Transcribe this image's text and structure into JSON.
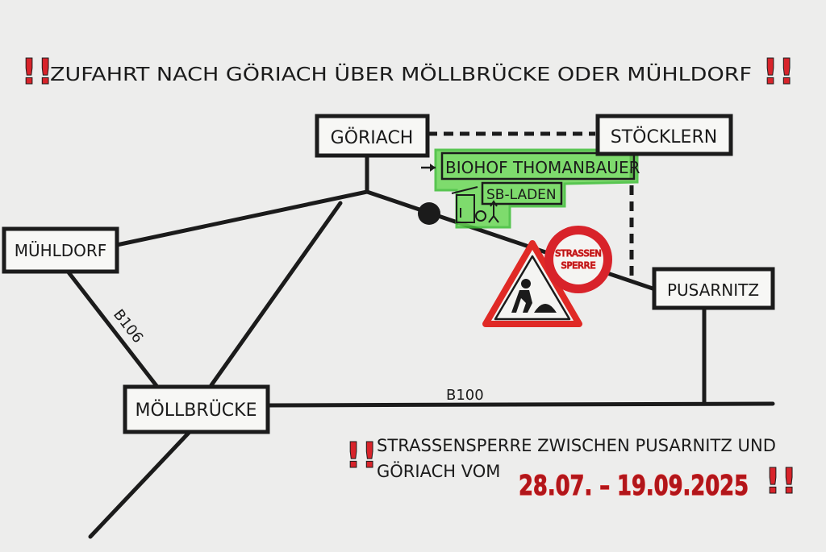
{
  "header": {
    "text": "ZUFAHRT NACH GÖRIACH ÜBER MÖLLBRÜCKE ODER MÜHLDORF",
    "exclamation": "!!"
  },
  "places": {
    "goriach": "GÖRIACH",
    "stocklern": "STÖCKLERN",
    "muhldorf": "MÜHLDORF",
    "mollbrucke": "MÖLLBRÜCKE",
    "pusarnitz": "PUSARNITZ"
  },
  "roads": {
    "b106": "B106",
    "b100": "B100"
  },
  "farm": {
    "name": "BIOHOF THOMANBAUER",
    "shop": "SB-LADEN"
  },
  "roadblock": {
    "sign_line1": "STRASSEN",
    "sign_line2": "SPERRE"
  },
  "notice": {
    "line1": "STRASSENSPERRE ZWISCHEN PUSARNITZ UND",
    "line2": "GÖRIACH VOM",
    "dates": "28.07. – 19.09.2025",
    "exclamation": "!!"
  },
  "colors": {
    "ink": "#1b1b1b",
    "warning_red": "#d8232a",
    "farm_green": "#58d24a"
  }
}
